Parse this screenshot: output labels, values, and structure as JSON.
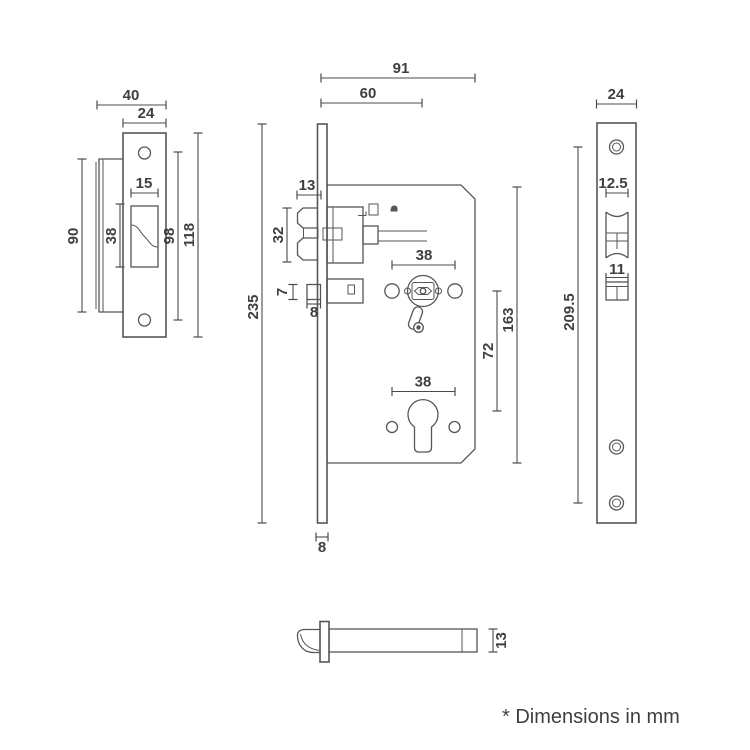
{
  "note": "* Dimensions in mm",
  "colors": {
    "line": "#55565a",
    "dim_text": "#3e3f41"
  },
  "views": {
    "strike_plate": {
      "dims": {
        "plate_width": "40",
        "inner_width": "24",
        "opening_width": "15",
        "opening_height": "38",
        "flange_height": "90",
        "screw_centres": "98",
        "plate_height": "118"
      }
    },
    "lock_body": {
      "dims": {
        "case_depth": "91",
        "backset": "60",
        "latch_width": "13",
        "latch_height": "32",
        "stop_height": "7",
        "stop_width": "8",
        "hub_hole_centres": "38",
        "cylinder_hole_centres": "38",
        "hub_to_cylinder": "72",
        "case_height": "163",
        "faceplate_height": "235",
        "faceplate_width": "8"
      }
    },
    "faceplate": {
      "dims": {
        "width": "24",
        "latch_width": "12.5",
        "deadbolt_width": "11",
        "screw_centres": "209.5"
      }
    },
    "latch_bolt": {
      "dims": {
        "height": "13"
      }
    }
  }
}
